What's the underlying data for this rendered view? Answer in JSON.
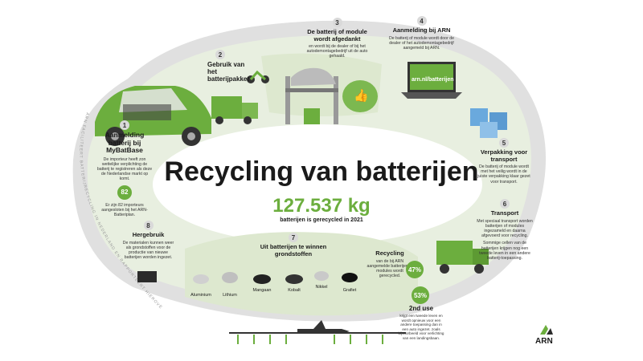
{
  "title": "Recycling van batterijen",
  "stat": {
    "value": "127.537 kg",
    "label": "batterijen is gerecycled in 2021"
  },
  "curve_text": "ARN FACILITEERT BATTERIJRECYCLING IN NEDERLAND EN RAPPORTEERT HIEROVER",
  "steps": [
    {
      "num": "1",
      "title": "Aanmelding batterij bij MyBatBase",
      "text": "De importeur heeft zon wettelijke verplichting de batterij te registreren als deze de Nederlandse markt op komt.",
      "badge": "82",
      "note": "Er zijn 82 importeurs aangesloten bij het ARN-Batteriplan."
    },
    {
      "num": "2",
      "title": "Gebruik van het batterijpakket"
    },
    {
      "num": "3",
      "title": "De batterij of module wordt afgedankt",
      "text": "en wordt bij de dealer of bij het autodemontagebedrijf uit de auto gehaald."
    },
    {
      "num": "4",
      "title": "Aanmelding bij ARN",
      "text": "De batterij of module wordt door de dealer of het autodemontagebedrijf aangemeld bij ARN.",
      "link": "arn.nl/batterijen"
    },
    {
      "num": "5",
      "title": "Verpakking voor transport",
      "text": "De batterij of module wordt met het veilig wordt in de juiste verpakking klaar gezet voor transport."
    },
    {
      "num": "6",
      "title": "Transport",
      "text": "Met speciaal transport worden batterijen of modules ingezameld en daarna afgevoerd voor recycling.",
      "text2": "Sommige cellen van de batterijen krijgen nog een tweede leven in een andere batterij-toepassing."
    },
    {
      "num": "7",
      "title": "Uit batterijen te winnen grondstoffen",
      "materials": [
        "Aluminium",
        "Lithium",
        "Mangaan",
        "Kobalt",
        "Nikkel",
        "Grafiet"
      ]
    },
    {
      "num": "8",
      "title": "Hergebruik",
      "text": "De materialen kunnen weer als grondstoffen voor de productie van nieuwe batterijen worden ingezet."
    }
  ],
  "recycling": {
    "title": "Recycling",
    "text": "van de bij ARN aangemelde batterijen of modules wordt gerecycled.",
    "badge": "47%"
  },
  "second_use": {
    "title": "2nd use",
    "badge": "53%",
    "text": "krijgt een tweede leven en wordt opnieuw voor een andere toepassing dan in een auto ingezet. zoals bijvoorbeeld voor verlichting van een landingsbaan."
  },
  "logo": "ARN",
  "colors": {
    "green": "#6cae3e",
    "light_green": "#dde8cf",
    "dark": "#1a1a1a",
    "grey": "#d9d9d9"
  }
}
